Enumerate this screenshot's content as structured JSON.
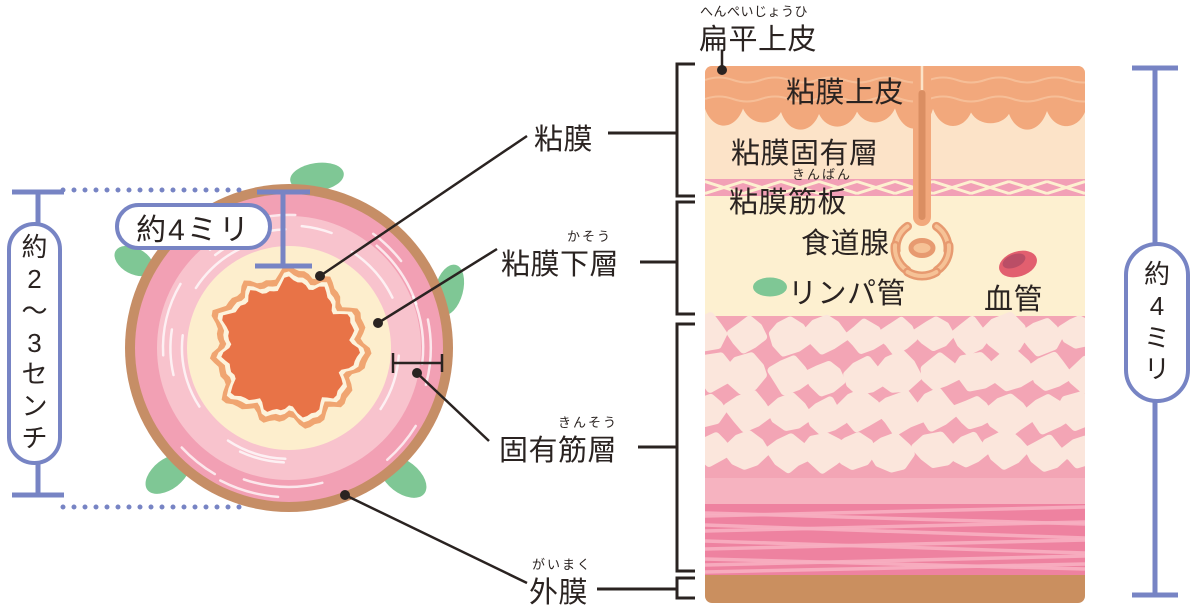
{
  "palette": {
    "accent_blue": "#7784c4",
    "ink": "#2a2321",
    "mucosa_core_orange": "#e87347",
    "mucosa_rim_salmon": "#f0a571",
    "submucosa_cream": "#fdeecd",
    "muscle_pink_light": "#f8c3cd",
    "muscle_pink_dark": "#f2a0b4",
    "adventitia_brown": "#c68e66",
    "lymph_green": "#7fc795",
    "epithelium_salmon": "#f2a87c",
    "panel_submucosa_cream": "#fdf0d0",
    "panel_lamina_peach": "#fce3c8",
    "panel_muscle_pink": "#f3a5b5",
    "panel_deep_pink": "#ee82a0",
    "panel_adventitia_brown": "#ca8f5f",
    "vessel_red": "#e25f6f"
  },
  "measurements": {
    "diameter_label": "約2〜3センチ",
    "wall_thickness_label_left": "約4ミリ",
    "wall_thickness_label_right": "約4ミリ"
  },
  "cross_section": {
    "mucosa": {
      "text": "粘膜"
    },
    "submucosa": {
      "furigana": "かそう",
      "text": "粘膜下層"
    },
    "muscularis_propria": {
      "furigana": "きんそう",
      "text": "固有筋層"
    },
    "adventitia": {
      "furigana": "がいまく",
      "text": "外膜"
    }
  },
  "wall_layers": {
    "squamous_epithelium": {
      "furigana": "へんぺいじょうひ",
      "text": "扁平上皮"
    },
    "mucosal_epithelium": {
      "text": "粘膜上皮"
    },
    "lamina_propria": {
      "text": "粘膜固有層"
    },
    "muscularis_mucosae": {
      "furigana": "きんばん",
      "text": "粘膜筋板"
    },
    "esophageal_gland": {
      "text": "食道腺"
    },
    "lymphatic_vessel": {
      "text": "リンパ管"
    },
    "blood_vessel": {
      "text": "血管"
    }
  }
}
